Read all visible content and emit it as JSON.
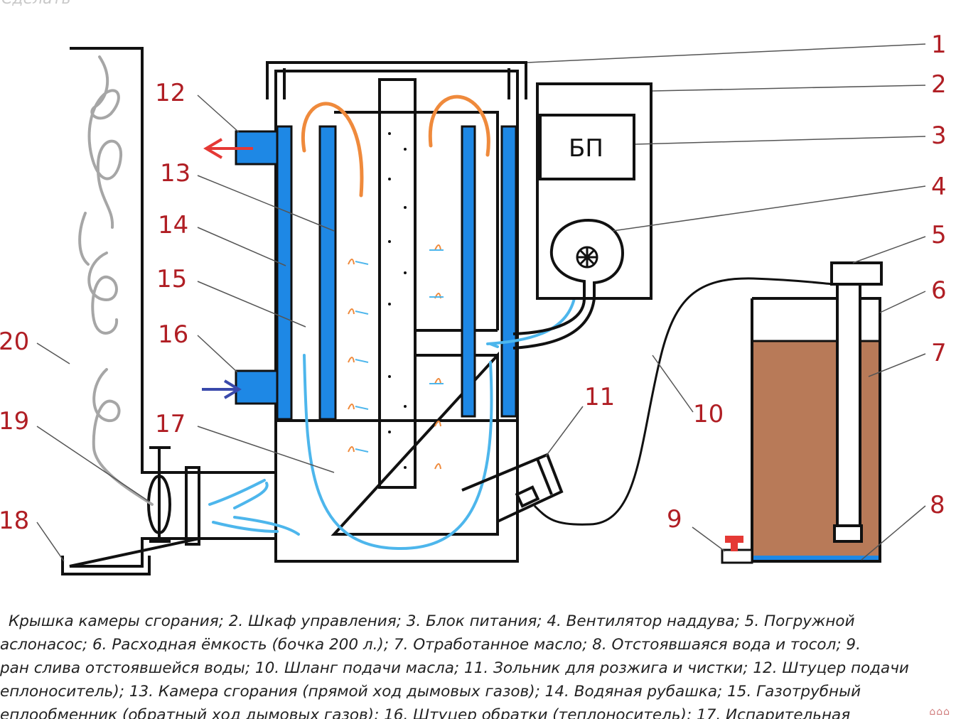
{
  "watermark": "Сделать",
  "block_label": "БП",
  "callouts": [
    {
      "id": "1",
      "label": "1"
    },
    {
      "id": "2",
      "label": "2"
    },
    {
      "id": "3",
      "label": "3"
    },
    {
      "id": "4",
      "label": "4"
    },
    {
      "id": "5",
      "label": "5"
    },
    {
      "id": "6",
      "label": "6"
    },
    {
      "id": "7",
      "label": "7"
    },
    {
      "id": "8",
      "label": "8"
    },
    {
      "id": "9",
      "label": "9"
    },
    {
      "id": "10",
      "label": "10"
    },
    {
      "id": "11",
      "label": "11"
    },
    {
      "id": "12",
      "label": "12"
    },
    {
      "id": "13",
      "label": "13"
    },
    {
      "id": "14",
      "label": "14"
    },
    {
      "id": "15",
      "label": "15"
    },
    {
      "id": "16",
      "label": "16"
    },
    {
      "id": "17",
      "label": "17"
    },
    {
      "id": "18",
      "label": "18"
    },
    {
      "id": "19",
      "label": "19"
    },
    {
      "id": "20",
      "label": "20"
    }
  ],
  "legend_lines": [
    "Крышка камеры сгорания; 2.   Шкаф управления; 3.   Блок питания; 4.   Вентилятор наддува; 5.   Погружной",
    "аслонасос; 6.   Расходная ёмкость (бочка 200 л.); 7.   Отработанное масло; 8.   Отстоявшаяся вода и тосол; 9.",
    "ран слива отстоявшейся воды; 10.  Шланг подачи масла; 11.  Зольник для розжига и чистки; 12.  Штуцер подачи",
    "еплоноситель); 13.  Камера сгорания (прямой ход дымовых газов); 14.  Водяная рубашка; 15.  Газотрубный",
    "еплообменник (обратный ход дымовых газов); 16.  Штуцер обратки (теплоноситель); 17.  Испарительная"
  ],
  "colors": {
    "water_jacket": "#1e88e5",
    "oil": "#b87a58",
    "settled_water": "#1e88e5",
    "hot_flow": "#ef8a3c",
    "cold_flow": "#4db6ec",
    "arrow_out": "#e53935",
    "arrow_in": "#3949ab",
    "callout_text": "#b01e24",
    "smoke": "#a6a6a6",
    "drain_valve": "#e53935"
  }
}
